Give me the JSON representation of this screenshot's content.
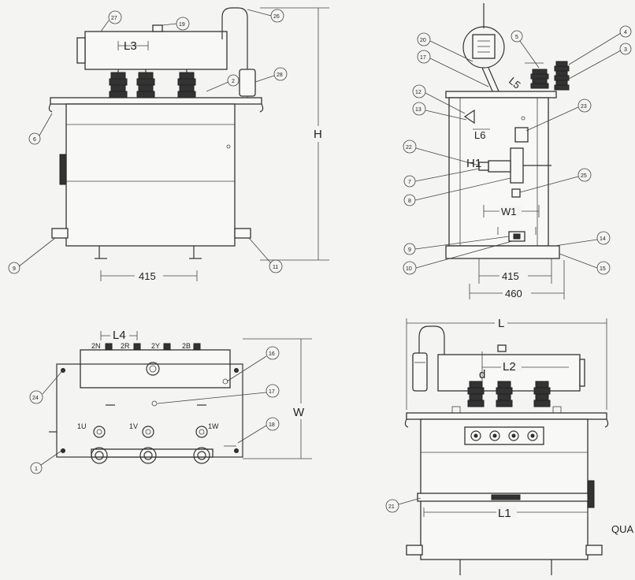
{
  "dimensions": {
    "H": "H",
    "L": "L",
    "L1": "L1",
    "L2": "L2",
    "L3": "L3",
    "L4": "L4",
    "L5": "L5",
    "L6": "L6",
    "H1": "H1",
    "W": "W",
    "W1": "W1",
    "d": "d",
    "front_base": "415",
    "side_base": "415",
    "side_outer": "460"
  },
  "terminals": {
    "n2": "2N",
    "r2": "2R",
    "y2": "2Y",
    "b2": "2B",
    "u1": "1U",
    "v1": "1V",
    "w1": "1W"
  },
  "callouts": {
    "front": [
      "27",
      "19",
      "26",
      "28",
      "2",
      "6",
      "9",
      "11"
    ],
    "side": [
      "20",
      "17",
      "5",
      "4",
      "3",
      "12",
      "13",
      "23",
      "22",
      "7",
      "8",
      "25",
      "9",
      "10",
      "14",
      "15"
    ],
    "top": [
      "16",
      "24",
      "17",
      "18",
      "1"
    ],
    "bottom": [
      "21"
    ]
  },
  "edge_text": "QUA"
}
